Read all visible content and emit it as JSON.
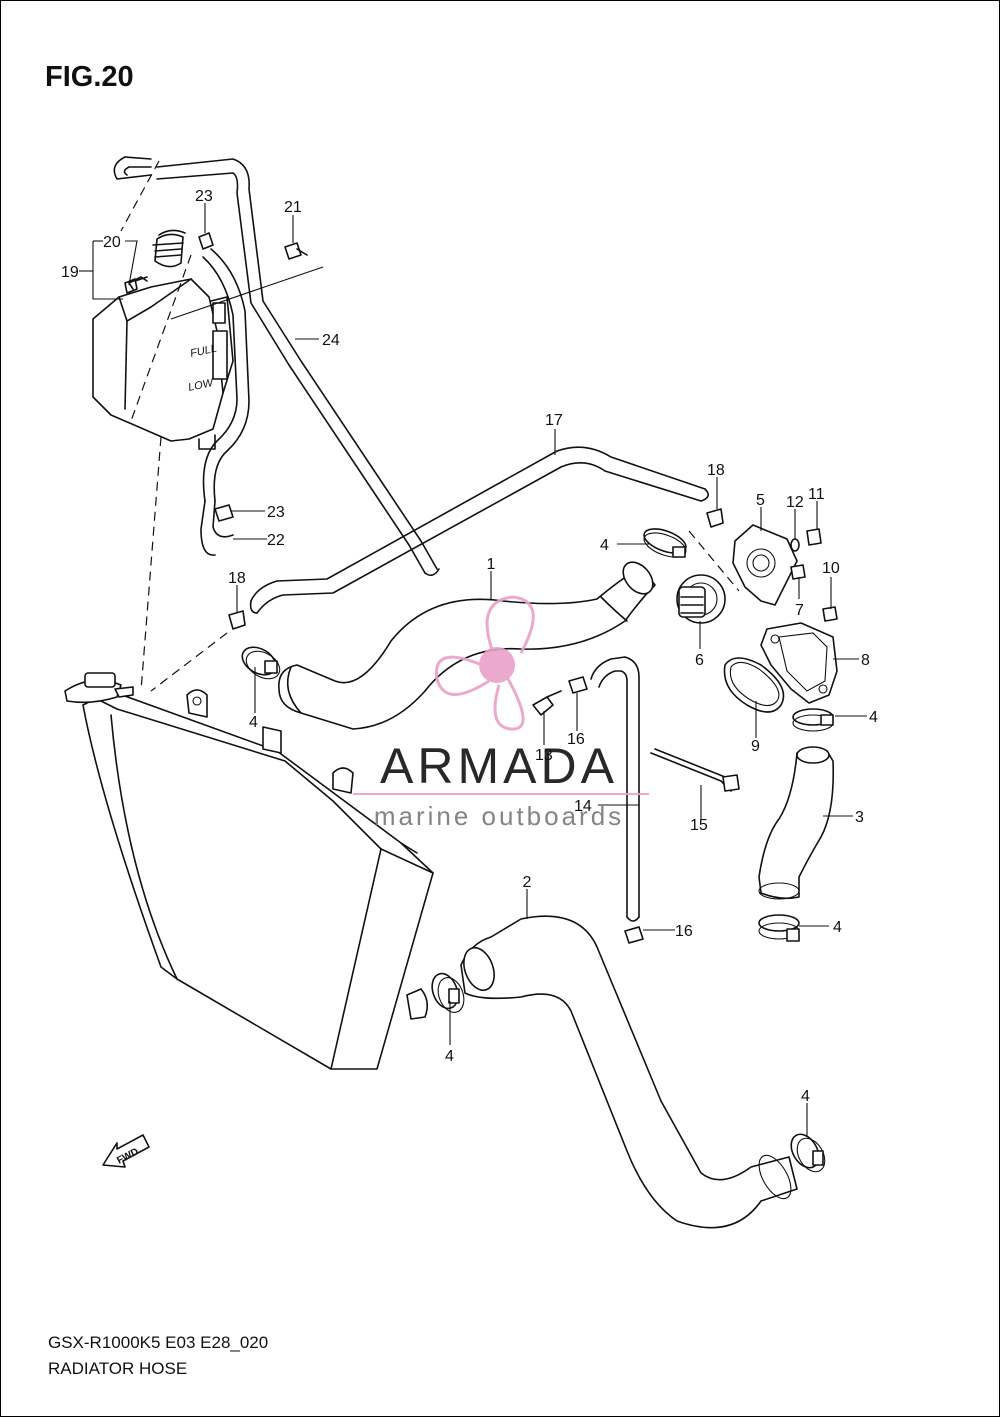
{
  "figure": {
    "title": "FIG.20",
    "model_code": "GSX-R1000K5 E03 E28_020",
    "name": "RADIATOR HOSE"
  },
  "fwd_marker": "FWD",
  "watermark": {
    "brand": "ARMADA",
    "tagline": "marine outboards",
    "color": "#e8a0c8"
  },
  "callouts": [
    {
      "id": "c1",
      "label": "1"
    },
    {
      "id": "c2",
      "label": "2"
    },
    {
      "id": "c3",
      "label": "3"
    },
    {
      "id": "c4a",
      "label": "4"
    },
    {
      "id": "c4b",
      "label": "4"
    },
    {
      "id": "c4c",
      "label": "4"
    },
    {
      "id": "c4d",
      "label": "4"
    },
    {
      "id": "c4e",
      "label": "4"
    },
    {
      "id": "c4f",
      "label": "4"
    },
    {
      "id": "c5",
      "label": "5"
    },
    {
      "id": "c6",
      "label": "6"
    },
    {
      "id": "c7",
      "label": "7"
    },
    {
      "id": "c8",
      "label": "8"
    },
    {
      "id": "c9",
      "label": "9"
    },
    {
      "id": "c10",
      "label": "10"
    },
    {
      "id": "c11",
      "label": "11"
    },
    {
      "id": "c12",
      "label": "12"
    },
    {
      "id": "c13",
      "label": "13"
    },
    {
      "id": "c14",
      "label": "14"
    },
    {
      "id": "c15",
      "label": "15"
    },
    {
      "id": "c16a",
      "label": "16"
    },
    {
      "id": "c16b",
      "label": "16"
    },
    {
      "id": "c17",
      "label": "17"
    },
    {
      "id": "c18a",
      "label": "18"
    },
    {
      "id": "c18b",
      "label": "18"
    },
    {
      "id": "c19",
      "label": "19"
    },
    {
      "id": "c20",
      "label": "20"
    },
    {
      "id": "c21",
      "label": "21"
    },
    {
      "id": "c22",
      "label": "22"
    },
    {
      "id": "c23a",
      "label": "23"
    },
    {
      "id": "c23b",
      "label": "23"
    },
    {
      "id": "c24",
      "label": "24"
    }
  ],
  "reservoir_marks": {
    "full": "FULL",
    "low": "LOW"
  }
}
